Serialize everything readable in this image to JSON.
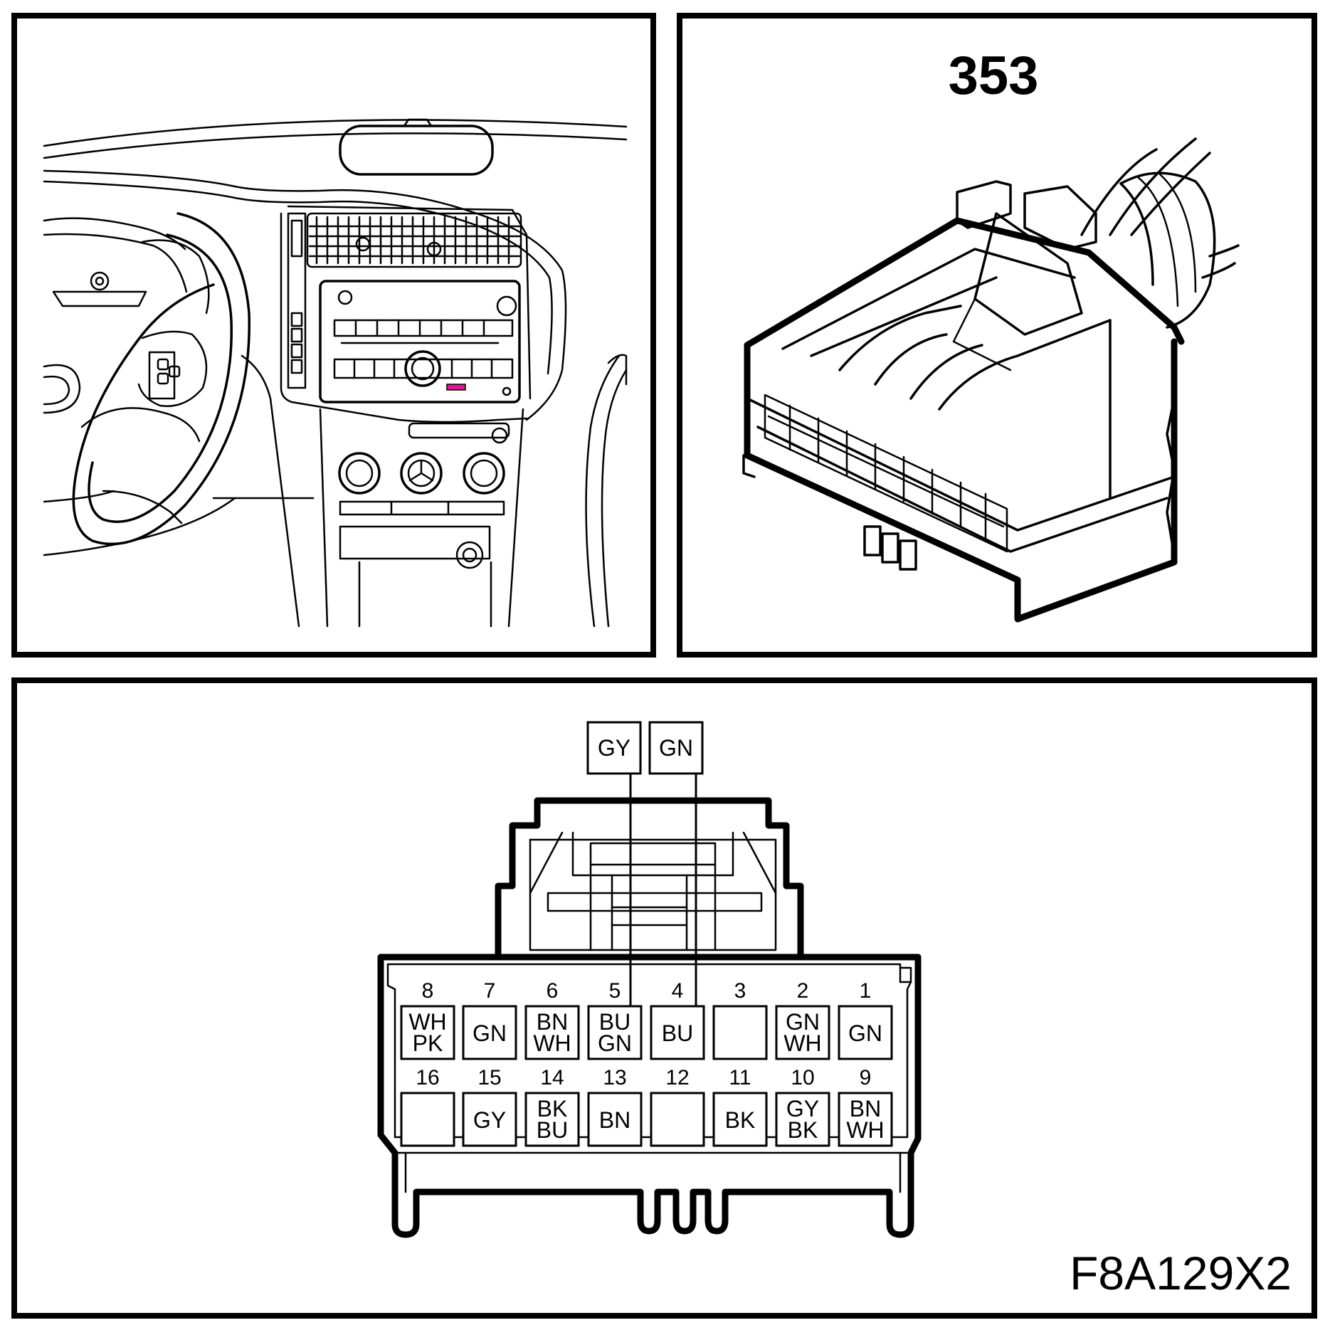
{
  "header": {
    "connector_number": "353"
  },
  "footer": {
    "figure_id": "F8A129X2"
  },
  "harness_wires": [
    {
      "color": "GY",
      "to_pin": "5"
    },
    {
      "color": "GN",
      "to_pin": "4"
    }
  ],
  "pins_top": [
    {
      "num": "8",
      "colors": [
        "WH",
        "PK"
      ]
    },
    {
      "num": "7",
      "colors": [
        "GN"
      ]
    },
    {
      "num": "6",
      "colors": [
        "BN",
        "WH"
      ]
    },
    {
      "num": "5",
      "colors": [
        "BU",
        "GN"
      ]
    },
    {
      "num": "4",
      "colors": [
        "BU"
      ]
    },
    {
      "num": "3",
      "colors": []
    },
    {
      "num": "2",
      "colors": [
        "GN",
        "WH"
      ]
    },
    {
      "num": "1",
      "colors": [
        "GN"
      ]
    }
  ],
  "pins_bottom": [
    {
      "num": "16",
      "colors": []
    },
    {
      "num": "15",
      "colors": [
        "GY"
      ]
    },
    {
      "num": "14",
      "colors": [
        "BK",
        "BU"
      ]
    },
    {
      "num": "13",
      "colors": [
        "BN"
      ]
    },
    {
      "num": "12",
      "colors": []
    },
    {
      "num": "11",
      "colors": [
        "BK"
      ]
    },
    {
      "num": "10",
      "colors": [
        "GY",
        "BK"
      ]
    },
    {
      "num": "9",
      "colors": [
        "BN",
        "WH"
      ]
    }
  ],
  "colors": {
    "line": "#000000",
    "background": "#ffffff",
    "highlight": "#e0198c"
  }
}
